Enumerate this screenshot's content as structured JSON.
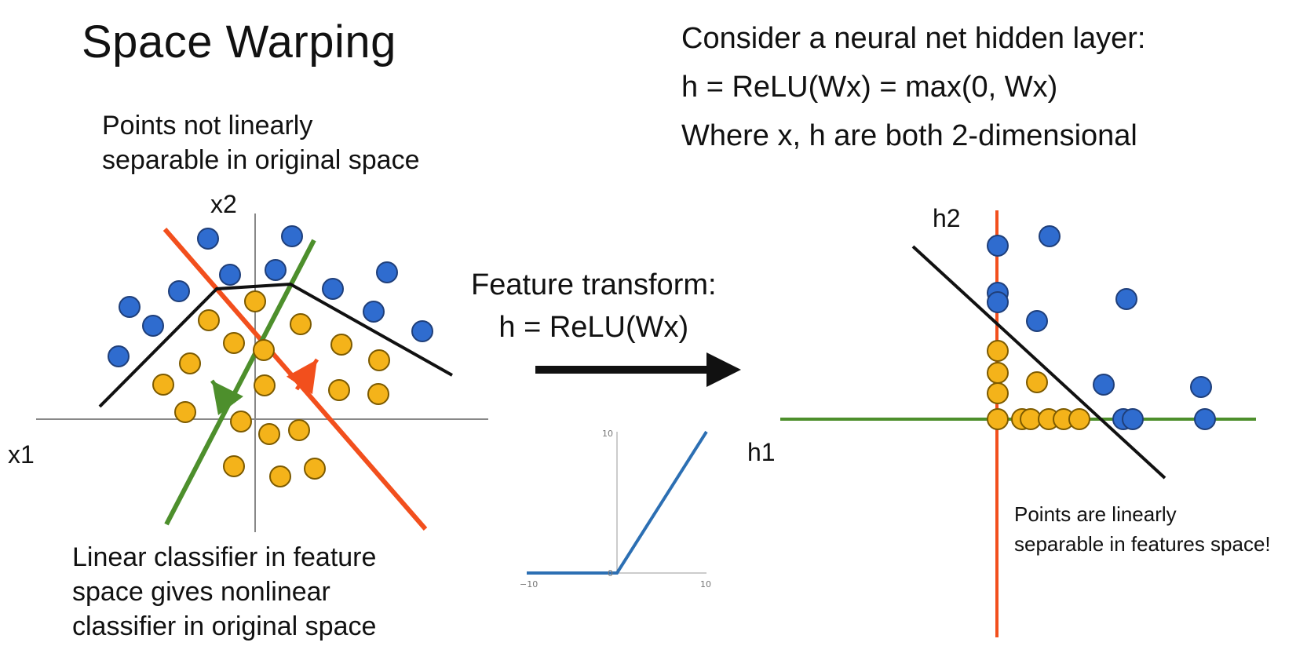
{
  "slide": {
    "title": "Space Warping",
    "header_lines": [
      "Consider a neural net hidden layer:",
      "h = ReLU(Wx) = max(0, Wx)",
      "Where x, h are both 2-dimensional"
    ],
    "left_top_note": [
      "Points not linearly",
      "separable in original space"
    ],
    "left_bottom_note": [
      "Linear classifier in feature",
      "space gives nonlinear",
      "classifier in original space"
    ],
    "transform": {
      "line1": "Feature transform:",
      "line2": "h = ReLU(Wx)"
    },
    "right_note": [
      "Points are linearly",
      "separable in features space!"
    ],
    "axes": {
      "x1": "x1",
      "x2": "x2",
      "h1": "h1",
      "h2": "h2"
    },
    "relu_plot": {
      "ticks": {
        "top": "10",
        "origin": "0",
        "left": "−10",
        "right": "10"
      }
    },
    "colors": {
      "blue": "#2f6ccf",
      "orange": "#f4b31a",
      "green": "#4d8f2c",
      "red": "#f24f1d",
      "black": "#111111",
      "grey_axis": "#888888",
      "relu_blue": "#2c6fb3"
    },
    "icons": {
      "arrow": "right-arrow"
    }
  }
}
